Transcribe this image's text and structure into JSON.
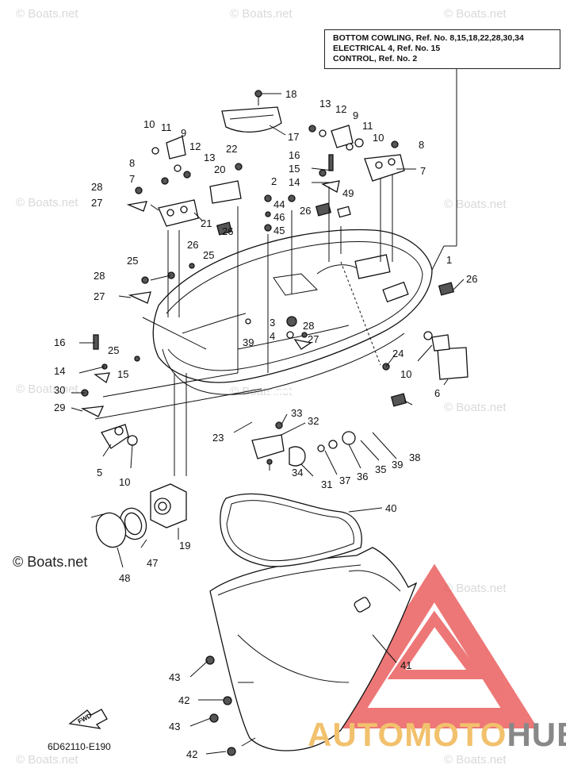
{
  "reference": {
    "lines": [
      "BOTTOM COWLING, Ref. No. 8,15,18,22,28,30,34",
      "ELECTRICAL 4, Ref. No. 15",
      "CONTROL,  Ref. No. 2"
    ]
  },
  "diagram_code": "6D62110-E190",
  "copyright": "© Boats.net",
  "watermark": "© Boats.net",
  "logo": {
    "part_a": "AUTOMOTO",
    "part_b": "HUB",
    "color_a": "#f2c16d",
    "color_b": "#888888",
    "triangle_color": "#e84a4a"
  },
  "fwd_label": "FWD",
  "callouts": [
    "18",
    "17",
    "13",
    "12",
    "9",
    "11",
    "10",
    "8",
    "7",
    "16",
    "15",
    "14",
    "49",
    "26",
    "1",
    "6",
    "24",
    "10",
    "26",
    "22",
    "20",
    "21",
    "26",
    "25",
    "44",
    "46",
    "45",
    "2",
    "28",
    "27",
    "7",
    "8",
    "13",
    "12",
    "9",
    "11",
    "10",
    "28",
    "27",
    "25",
    "26",
    "3",
    "4",
    "28",
    "27",
    "39",
    "16",
    "25",
    "15",
    "14",
    "30",
    "29",
    "5",
    "10",
    "23",
    "33",
    "32",
    "38",
    "39",
    "35",
    "36",
    "37",
    "31",
    "34",
    "40",
    "19",
    "47",
    "48",
    "41",
    "43",
    "42",
    "43",
    "42"
  ]
}
